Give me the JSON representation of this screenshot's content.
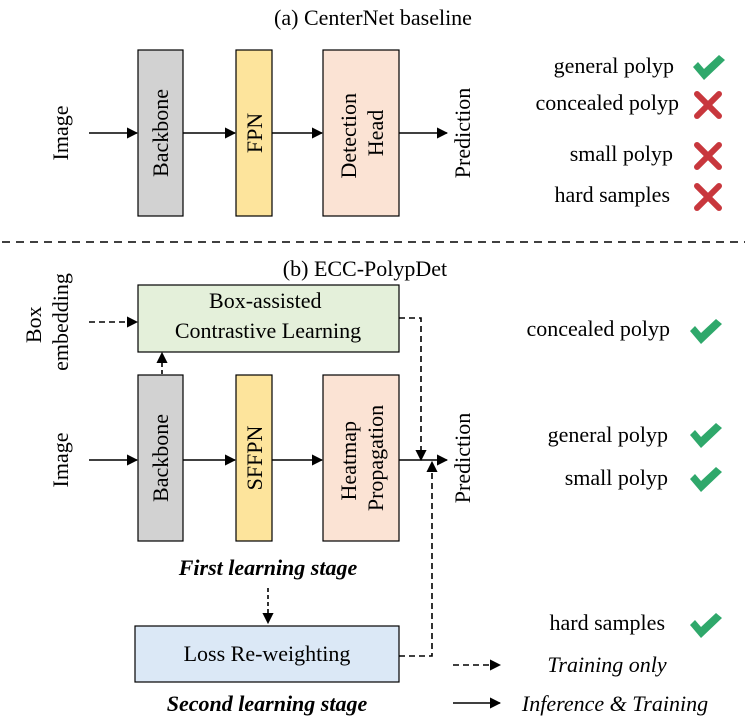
{
  "colors": {
    "backbone": "#d2d2d2",
    "fpn": "#fde49c",
    "head": "#fbe3d4",
    "contrastive": "#e4f0da",
    "reweighting": "#dbe8f6",
    "check": "#2fa86b",
    "cross": "#c8373d"
  },
  "panel_a": {
    "title": "(a)  CenterNet baseline",
    "input_label": "Image",
    "backbone_label": "Backbone",
    "neck_label": "FPN",
    "head_label": [
      "Detection",
      "Head"
    ],
    "output_label": "Prediction",
    "results": [
      {
        "label": "general polyp",
        "status": "check"
      },
      {
        "label": "concealed polyp",
        "status": "cross"
      },
      {
        "label": "small polyp",
        "status": "cross"
      },
      {
        "label": "hard samples",
        "status": "cross"
      }
    ]
  },
  "panel_b": {
    "title": "(b) ECC-PolypDet",
    "box_input_label": [
      "Box",
      "embedding"
    ],
    "contrastive_label": [
      "Box-assisted",
      "Contrastive Learning"
    ],
    "input_label": "Image",
    "backbone_label": "Backbone",
    "neck_label": "SFFPN",
    "head_label": [
      "Heatmap",
      "Propagation"
    ],
    "output_label": "Prediction",
    "first_stage_label": "First learning stage",
    "reweighting_label": "Loss Re-weighting",
    "second_stage_label": "Second learning stage",
    "results": [
      {
        "label": "concealed polyp",
        "status": "check"
      },
      {
        "label": "general polyp",
        "status": "check"
      },
      {
        "label": "small polyp",
        "status": "check"
      },
      {
        "label": "hard samples",
        "status": "check"
      }
    ],
    "legend": {
      "dashed_label": "Training only",
      "solid_label": "Inference & Training"
    }
  }
}
